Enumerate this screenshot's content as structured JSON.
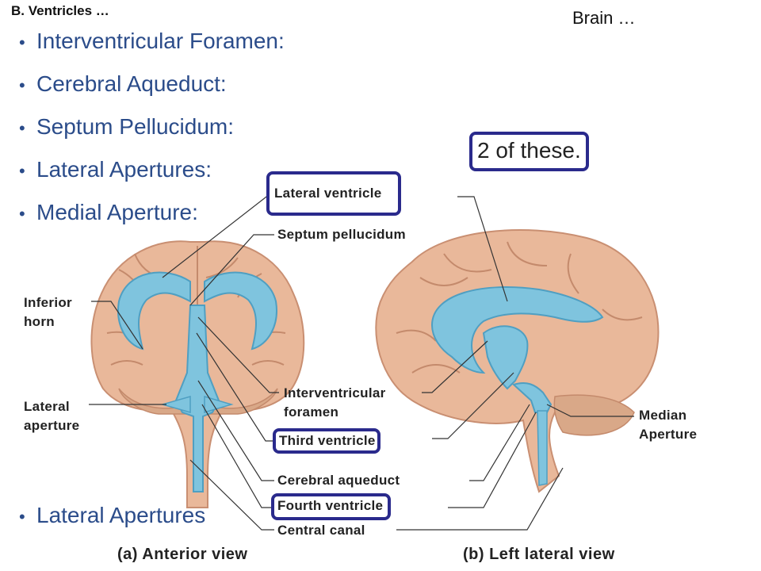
{
  "header": {
    "section": "B.  Ventricles …",
    "topic": "Brain …"
  },
  "bullets": [
    "Interventricular Foramen:",
    "Cerebral Aqueduct:",
    "Septum Pellucidum:",
    "Lateral Apertures:",
    "Medial Aperture:"
  ],
  "bottom_bullet": "Lateral Apertures",
  "callout": "2 of these.",
  "labels": {
    "lateral_ventricle": "Lateral ventricle",
    "septum_pellucidum": "Septum pellucidum",
    "inferior_horn": "Inferior horn",
    "lateral_aperture": "Lateral aperture",
    "interventricular_foramen": "Interventricular foramen",
    "third_ventricle": "Third ventricle",
    "cerebral_aqueduct": "Cerebral aqueduct",
    "fourth_ventricle": "Fourth ventricle",
    "central_canal": "Central canal",
    "median_aperture": "Median Aperture"
  },
  "views": {
    "anterior": "(a) Anterior view",
    "lateral": "(b) Left lateral view"
  },
  "colors": {
    "brain": "#e9b89a",
    "brain_shadow": "#d39a7c",
    "ventricle": "#7fc4de",
    "ventricle_edge": "#4f9fc2",
    "box": "#2a2a8c",
    "bullet_text": "#2b4c8a"
  }
}
